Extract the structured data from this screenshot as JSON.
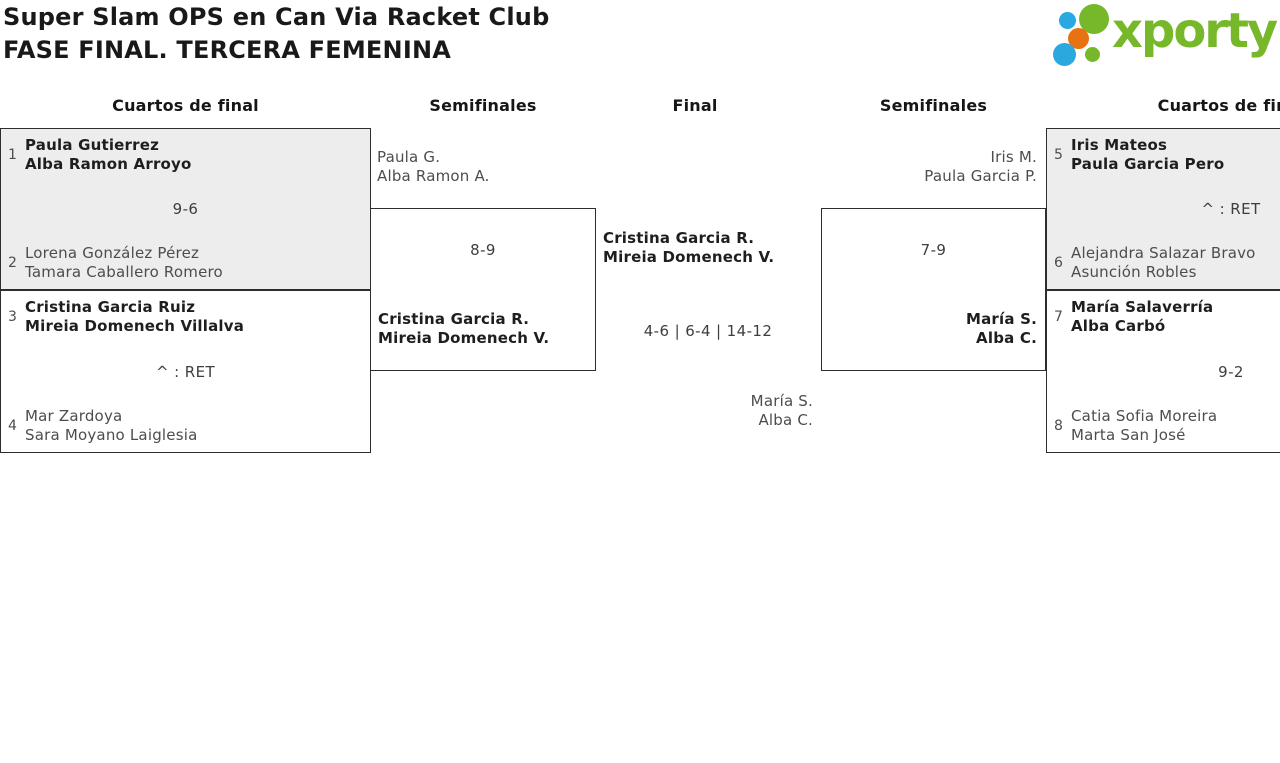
{
  "header": {
    "title_line1": "Super Slam OPS en Can Via Racket Club",
    "title_line2": "FASE FINAL. TERCERA FEMENINA"
  },
  "logo": {
    "wordmark": "xporty",
    "brand_colors": {
      "green": "#76b82a",
      "blue": "#29a9e0",
      "orange": "#e87211"
    }
  },
  "round_headers": {
    "qf_left": "Cuartos de final",
    "sf_left": "Semifinales",
    "final": "Final",
    "sf_right": "Semifinales",
    "qf_right": "Cuartos de final"
  },
  "bracket": {
    "qf_left_top": {
      "seed_top": "1",
      "team_top": [
        "Paula Gutierrez",
        "Alba Ramon Arroyo"
      ],
      "score": "9-6",
      "seed_bottom": "2",
      "team_bottom": [
        "Lorena González Pérez",
        "Tamara Caballero Romero"
      ]
    },
    "qf_left_bottom": {
      "seed_top": "3",
      "team_top": [
        "Cristina Garcia Ruiz",
        "Mireia Domenech Villalva"
      ],
      "score": "^ : RET",
      "seed_bottom": "4",
      "team_bottom": [
        "Mar Zardoya",
        "Sara Moyano Laiglesia"
      ]
    },
    "sf_left": {
      "loser": [
        "Paula G.",
        "Alba Ramon A."
      ],
      "score": "8-9",
      "winner": [
        "Cristina Garcia R.",
        "Mireia Domenech V."
      ]
    },
    "final": {
      "winner": [
        "Cristina Garcia R.",
        "Mireia Domenech V."
      ],
      "score": "4-6 | 6-4 | 14-12",
      "loser": [
        "María S.",
        "Alba C."
      ]
    },
    "sf_right": {
      "loser": [
        "Iris M.",
        "Paula Garcia P."
      ],
      "score": "7-9",
      "winner": [
        "María S.",
        "Alba C."
      ]
    },
    "qf_right_top": {
      "seed_top": "5",
      "team_top": [
        "Iris Mateos",
        "Paula Garcia Pero"
      ],
      "score": "^ : RET",
      "seed_bottom": "6",
      "team_bottom": [
        "Alejandra Salazar Bravo",
        "Asunción Robles"
      ]
    },
    "qf_right_bottom": {
      "seed_top": "7",
      "team_top": [
        "María Salaverría",
        "Alba Carbó"
      ],
      "score": "9-2",
      "seed_bottom": "8",
      "team_bottom": [
        "Catia Sofia Moreira",
        "Marta San José"
      ]
    }
  },
  "colors": {
    "box_border": "#2d2d2d",
    "box_fill_alt": "#ededed",
    "winner_text": "#1e1e1e",
    "secondary_text": "#4d4d4d",
    "score_text": "#3e3e3e"
  }
}
